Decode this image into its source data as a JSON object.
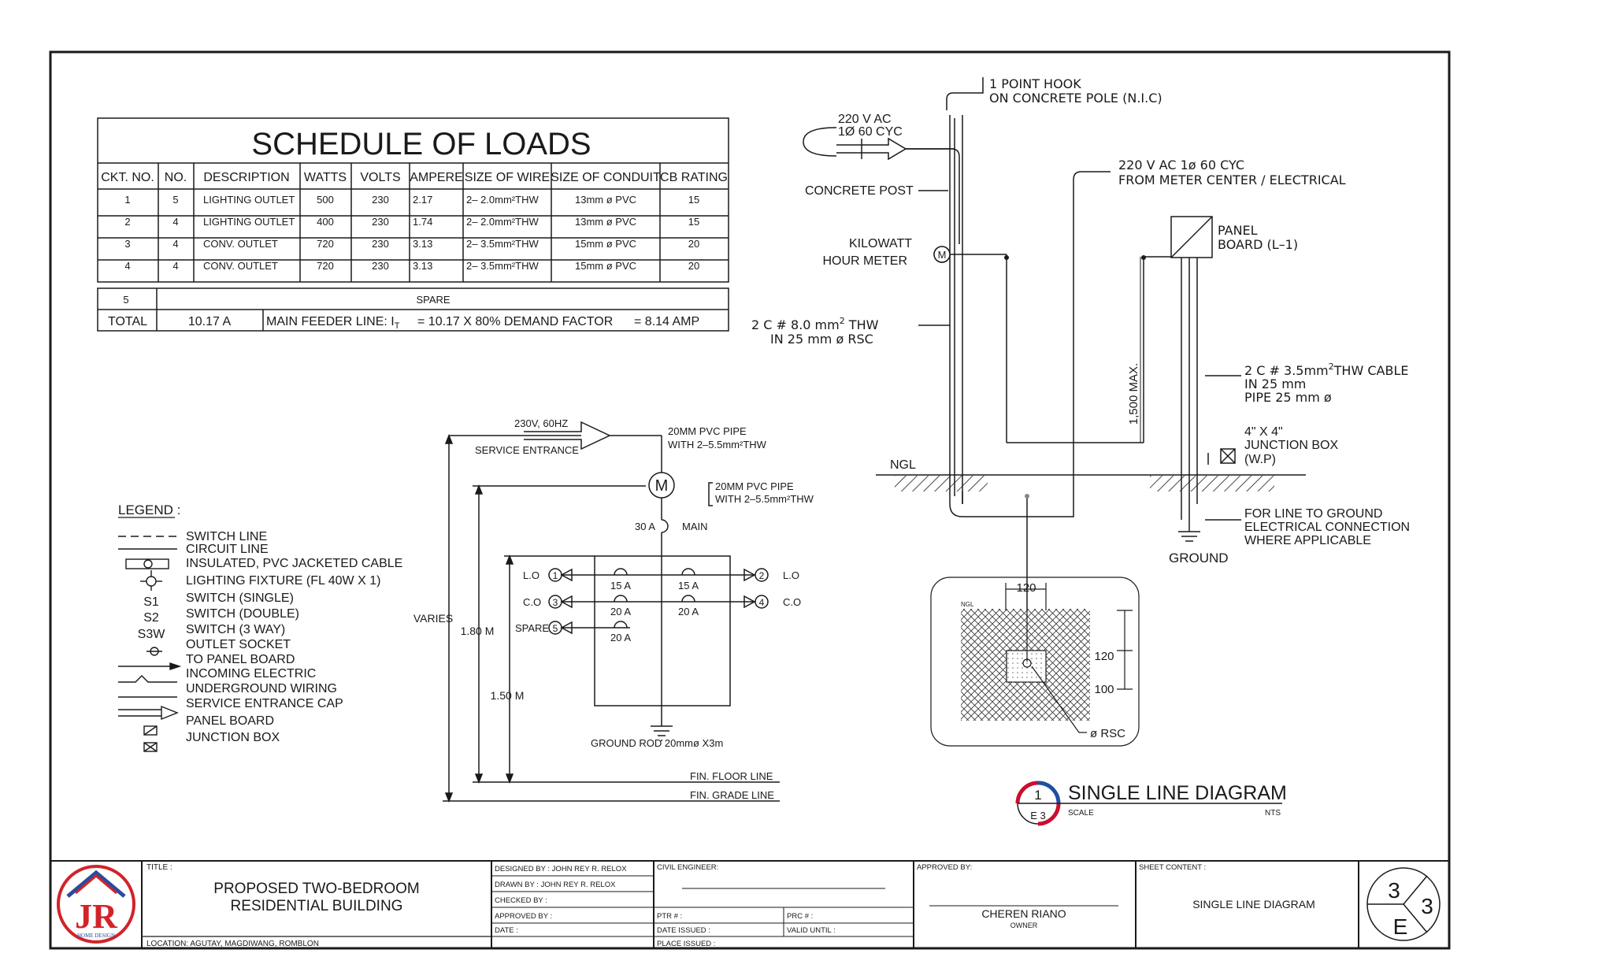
{
  "colors": {
    "line": "#1a1a1a",
    "logo_red": "#d2232a",
    "logo_blue": "#2b4c9b",
    "marker_red": "#c8102e",
    "marker_blue": "#1f4fa0"
  },
  "schedule": {
    "title": "SCHEDULE OF LOADS",
    "headers": [
      "CKT. NO.",
      "NO.",
      "DESCRIPTION",
      "WATTS",
      "VOLTS",
      "AMPERE",
      "SIZE OF WIRE",
      "SIZE OF CONDUIT",
      "CB RATING"
    ],
    "rows": [
      [
        "1",
        "5",
        "LIGHTING  OUTLET",
        "500",
        "230",
        "2.17",
        "2–  2.0mm²THW",
        "13mm  ø  PVC",
        "15"
      ],
      [
        "2",
        "4",
        "LIGHTING  OUTLET",
        "400",
        "230",
        "1.74",
        "2–  2.0mm²THW",
        "13mm  ø  PVC",
        "15"
      ],
      [
        "3",
        "4",
        "CONV.  OUTLET",
        "720",
        "230",
        "3.13",
        "2–  3.5mm²THW",
        "15mm  ø  PVC",
        "20"
      ],
      [
        "4",
        "4",
        "CONV.  OUTLET",
        "720",
        "230",
        "3.13",
        "2–  3.5mm²THW",
        "15mm  ø  PVC",
        "20"
      ]
    ],
    "spare_no": "5",
    "spare_label": "SPARE",
    "total_label": "TOTAL",
    "total_value": "10.17 A",
    "feeder_label": "MAIN FEEDER LINE: I",
    "feeder_sub": "T",
    "feeder_calc": "=  10.17 X 80% DEMAND FACTOR",
    "feeder_result": "= 8.14 AMP"
  },
  "legend": {
    "title": "LEGEND :",
    "items": [
      "SWITCH LINE",
      "CIRCUIT LINE",
      "INSULATED, PVC JACKETED CABLE",
      "LIGHTING FIXTURE (FL 40W X 1)",
      "SWITCH (SINGLE)",
      "SWITCH (DOUBLE)",
      "SWITCH (3 WAY)",
      "OUTLET SOCKET",
      "TO PANEL BOARD",
      "INCOMING ELECTRIC",
      "UNDERGROUND WIRING",
      "SERVICE ENTRANCE CAP",
      "PANEL BOARD",
      "JUNCTION BOX"
    ],
    "symbols": [
      "S1",
      "S2",
      "S3W"
    ]
  },
  "riser": {
    "supply_top": "230V, 60HZ",
    "service_entrance": "SERVICE  ENTRANCE",
    "pipe1_a": "20MM  PVC  PIPE",
    "pipe1_b": "WITH  2–5.5mm²THW",
    "pipe2_a": "20MM  PVC  PIPE",
    "pipe2_b": "WITH  2–5.5mm²THW",
    "meter": "M",
    "main_amp": "30  A",
    "main_label": "MAIN",
    "lo_left": "L.O",
    "co_left": "C.O",
    "spare_left": "SPARE",
    "lo_right": "L.O",
    "co_right": "C.O",
    "c1": "1",
    "c2": "2",
    "c3": "3",
    "c4": "4",
    "c5": "5",
    "b15a": "15  A",
    "b15b": "15  A",
    "b20a": "20  A",
    "b20b": "20  A",
    "b20c": "20  A",
    "varies": "VARIES",
    "h180": "1.80 M",
    "h150": "1.50 M",
    "ground_rod": "GROUND  ROD  20mmø  X3m",
    "floor_line": "FIN.  FLOOR  LINE",
    "grade_line": "FIN.  GRADE  LINE"
  },
  "elevation": {
    "hook_a": "1  POINT  HOOK",
    "hook_b": "ON  CONCRETE  POLE  (N.I.C)",
    "supply_a": "220 V AC",
    "supply_b": "1Ø 60 CYC",
    "concrete_post": "CONCRETE POST",
    "kwh_a": "KILOWATT",
    "kwh_b": "HOUR METER",
    "meter_center_a": "220  V  AC  1ø    60  CYC",
    "meter_center_b": "FROM  METER  CENTER  /  ELECTRICAL",
    "panel_a": "PANEL",
    "panel_b": "BOARD  (L–1)",
    "wire_a": "2  C  #  8.0  mm",
    "wire_a_sup": "2",
    "wire_a_tail": "  THW",
    "wire_b": "IN  25  mm  ø  RSC",
    "max": "1,500 MAX.",
    "cable_a": "2  C  #  3.5mm",
    "cable_a_sup": "2",
    "cable_a_tail": "THW  CABLE",
    "cable_b": "IN  25  mm",
    "cable_c": "PIPE  25  mm  ø",
    "jb_a": "4\" X 4\"",
    "jb_b": "JUNCTION BOX",
    "jb_c": "(W.P)",
    "ngl": "NGL",
    "gnd_a": "FOR LINE TO GROUND",
    "gnd_b": "ELECTRICAL CONNECTION",
    "gnd_c": "WHERE APPLICABLE",
    "ground": "GROUND",
    "meter": "M"
  },
  "footing": {
    "ngl": "NGL",
    "d120_top": "120",
    "d120_side": "120",
    "d100": "100",
    "rsc": "ø  RSC"
  },
  "diagram_title": {
    "num": "1",
    "sheet": "E 3",
    "title": "SINGLE LINE DIAGRAM",
    "scale_label": "SCALE",
    "scale_value": "NTS"
  },
  "title_block": {
    "logo_text": "JR",
    "logo_sub": "HOME DESIGN",
    "title_label": "TITLE :",
    "project_a": "PROPOSED TWO-BEDROOM",
    "project_b": "RESIDENTIAL BUILDING",
    "location": "LOCATION: AGUTAY, MAGDIWANG, ROMBLON",
    "designed_by": "DESIGNED BY : JOHN REY R. RELOX",
    "drawn_by": "DRAWN BY : JOHN REY R. RELOX",
    "checked_by": "CHECKED BY :",
    "approved_by_small": "APPROVED BY :",
    "date": "DATE :",
    "civil_engineer": "CIVIL ENGINEER:",
    "ptr": "PTR # :",
    "prc": "PRC # :",
    "date_issued": "DATE ISSUED :",
    "valid_until": "VALID UNTIL :",
    "place_issued": "PLACE ISSUED :",
    "approved_by": "APPROVED BY:",
    "owner_name": "CHEREN RIANO",
    "owner_label": "OWNER",
    "sheet_content_label": "SHEET CONTENT :",
    "sheet_content": "SINGLE LINE DIAGRAM",
    "sheet_num": "3",
    "sheet_total": "3",
    "sheet_letter": "E"
  }
}
